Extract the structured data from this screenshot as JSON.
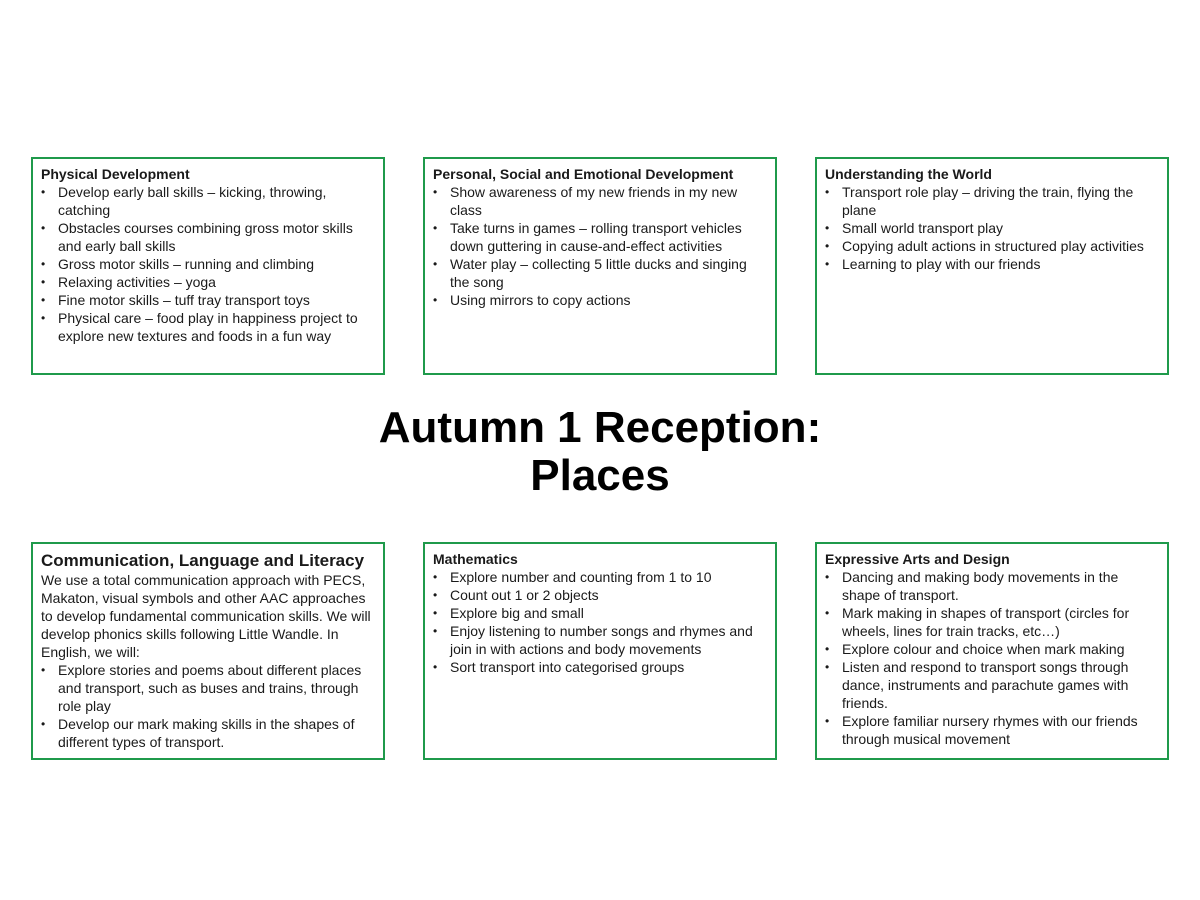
{
  "title": {
    "line1": "Autumn 1 Reception:",
    "line2": "Places"
  },
  "accent_color": "#1f9a4b",
  "boxes": {
    "physical": {
      "heading": "Physical Development",
      "items": [
        "Develop early ball skills – kicking, throwing, catching",
        "Obstacles courses combining gross motor skills and early ball skills",
        "Gross motor skills – running and climbing",
        "Relaxing activities – yoga",
        "Fine motor skills – tuff tray transport toys",
        "Physical care – food play in happiness project to explore new textures and foods in a fun way"
      ]
    },
    "psed": {
      "heading": "Personal, Social and Emotional Development",
      "items": [
        "Show awareness of my new friends in my new class",
        "Take turns in games – rolling transport vehicles down guttering in cause-and-effect activities",
        "Water play – collecting 5 little ducks and singing the song",
        "Using mirrors to copy actions"
      ]
    },
    "world": {
      "heading": "Understanding the World",
      "items": [
        "Transport role play – driving the train, flying the plane",
        "Small world transport play",
        "Copying adult actions in structured play activities",
        "Learning to play with our friends"
      ]
    },
    "cll": {
      "heading": "Communication, Language and Literacy",
      "intro": "We use a total communication approach with PECS, Makaton, visual symbols and other AAC approaches to develop fundamental communication skills. We will develop phonics skills following Little Wandle. In English, we will:",
      "items": [
        "Explore stories and poems about different places and transport, such as buses and trains, through role play",
        "Develop our mark making skills in the shapes of different types of transport."
      ]
    },
    "maths": {
      "heading": "Mathematics",
      "items": [
        "Explore number and counting from 1 to 10",
        "Count out 1 or 2 objects",
        "Explore big and small",
        "Enjoy listening to number songs and rhymes and join in with actions and body movements",
        "Sort transport into categorised groups"
      ]
    },
    "arts": {
      "heading": "Expressive Arts and Design",
      "items": [
        "Dancing and making body movements in the shape of transport.",
        "Mark making in shapes of transport (circles for wheels, lines for train tracks, etc…)",
        "Explore colour and choice when mark making",
        "Listen and respond to transport songs through dance, instruments and parachute games with friends.",
        "Explore familiar nursery rhymes with our friends through musical movement"
      ]
    }
  }
}
